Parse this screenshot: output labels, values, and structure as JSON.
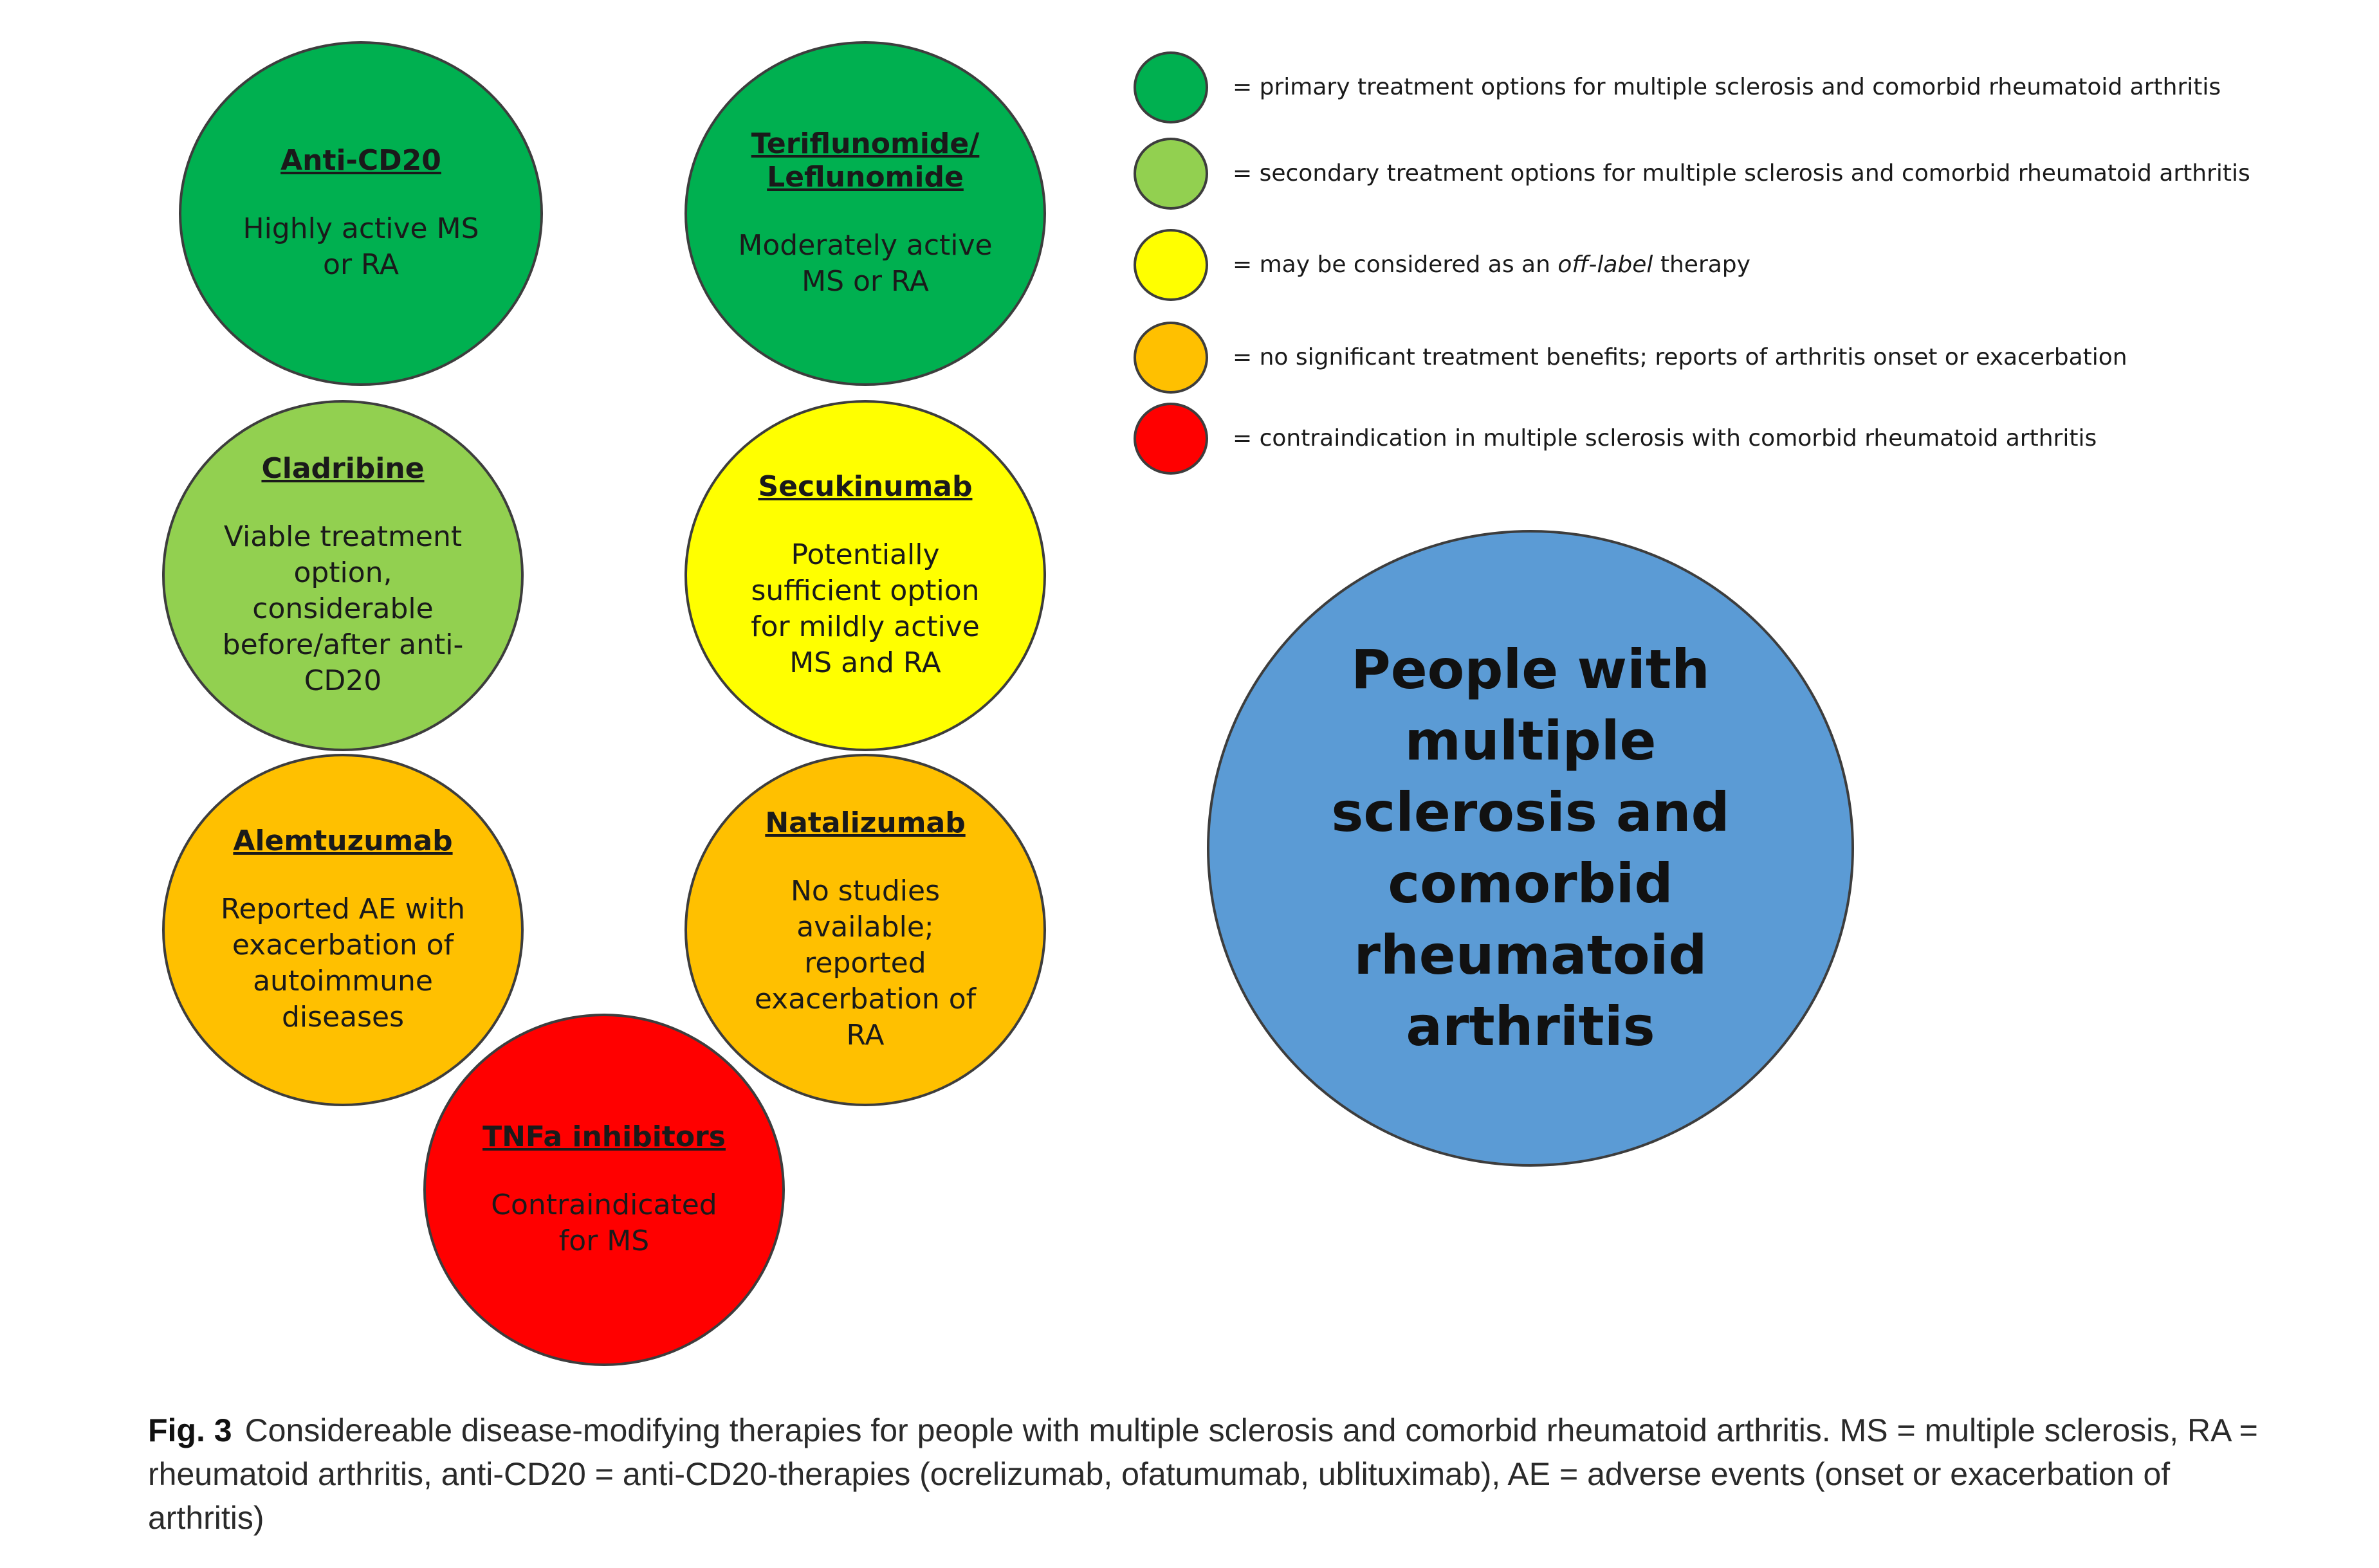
{
  "therapies": [
    {
      "id": "anti-cd20",
      "title": "Anti-CD20",
      "description": "Highly active MS or RA",
      "color": "#00b050"
    },
    {
      "id": "teriflunomide",
      "title": "Teriflunomide/ Leflunomide",
      "description": "Moderately active MS or RA",
      "color": "#00b050"
    },
    {
      "id": "cladribine",
      "title": "Cladribine",
      "description": "Viable treatment option, considerable before/after anti-CD20",
      "color": "#92d050"
    },
    {
      "id": "secukinumab",
      "title": "Secukinumab",
      "description": "Potentially sufficient option for mildly active MS and RA",
      "color": "#ffff00"
    },
    {
      "id": "alemtuzumab",
      "title": "Alemtuzumab",
      "description": "Reported AE with exacerbation of autoimmune diseases",
      "color": "#ffc000"
    },
    {
      "id": "natalizumab",
      "title": "Natalizumab",
      "description": "No studies available; reported exacerbation of RA",
      "color": "#ffc000"
    },
    {
      "id": "tnfa",
      "title": "TNFa inhibitors",
      "description": "Contraindicated for MS",
      "color": "#ff0000"
    }
  ],
  "center": {
    "text": "People with multiple sclerosis and comorbid rheumatoid arthritis",
    "color": "#5b9bd5"
  },
  "legend": [
    {
      "color": "#00b050",
      "text": "= primary treatment options for multiple sclerosis and comorbid rheumatoid arthritis"
    },
    {
      "color": "#92d050",
      "text": "= secondary treatment options for multiple sclerosis and comorbid rheumatoid arthritis"
    },
    {
      "color": "#ffff00",
      "text_before": "= may be considered as an ",
      "text_italic": "off-label",
      "text_after": " therapy"
    },
    {
      "color": "#ffc000",
      "text": "= no significant treatment benefits; reports of arthritis onset or exacerbation"
    },
    {
      "color": "#ff0000",
      "text": "= contraindication in multiple sclerosis with comorbid rheumatoid arthritis"
    }
  ],
  "caption": {
    "label": "Fig. 3",
    "text": "Considereable disease-modifying therapies for people with multiple sclerosis and comorbid rheumatoid arthritis. MS = multiple sclerosis, RA = rheumatoid arthritis, anti-CD20 = anti-CD20-therapies (ocrelizumab, ofatumumab, ublituximab), AE = adverse events (onset or exacerbation of arthritis)"
  }
}
